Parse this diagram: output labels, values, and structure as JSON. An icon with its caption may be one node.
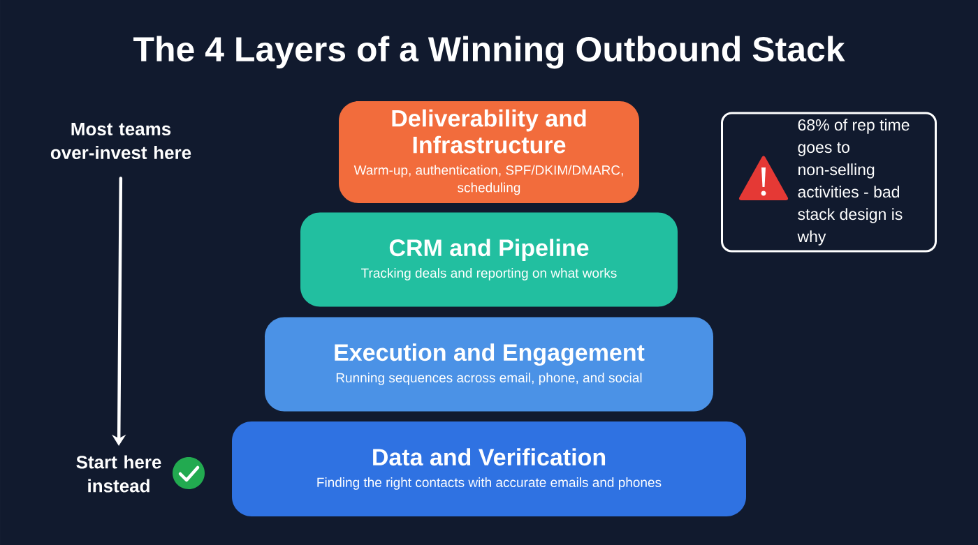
{
  "diagram": {
    "title": "The 4 Layers of a Winning Outbound Stack",
    "nodes": [
      {
        "text": [
          "Deliverability and Infrastructure",
          "Warm-up, authentication, SPF/DKIM/DMARC, scheduling"
        ]
      },
      {
        "text": [
          "CRM and Pipeline",
          "Tracking deals and reporting on what works"
        ]
      },
      {
        "text": [
          "Execution and Engagement",
          "Running sequences across email, phone, and social"
        ]
      },
      {
        "text": [
          "Data and Verification",
          "Finding the right contacts with accurate emails and phones"
        ]
      },
      {
        "text": [
          "68% of rep time goes to non-selling activities - bad stack design is why"
        ]
      },
      {
        "text": [
          "Most teams over-invest here"
        ]
      },
      {
        "text": [
          "Start here instead"
        ]
      }
    ],
    "edges": [
      {
        "from": 5,
        "to": 6,
        "arrow": "to"
      }
    ]
  }
}
